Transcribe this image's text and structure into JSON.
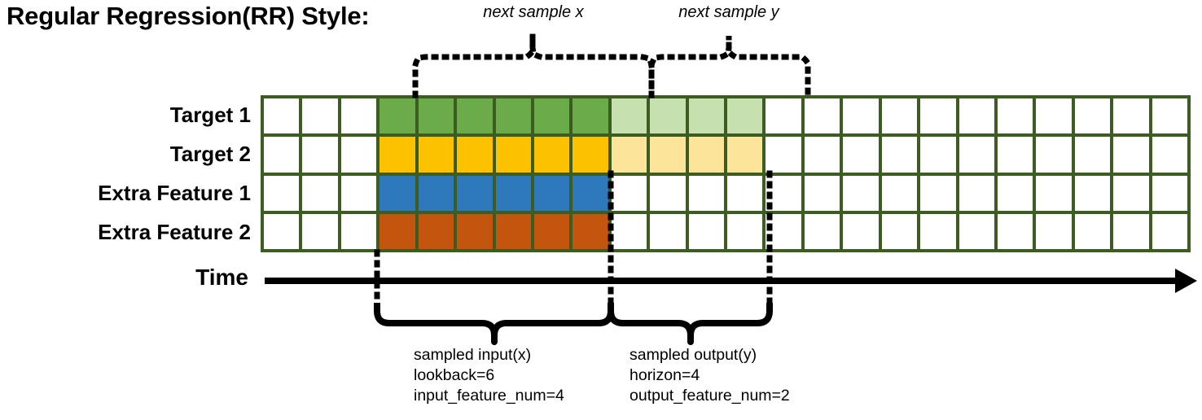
{
  "title": "Regular Regression(RR) Style:",
  "top_annotations": {
    "next_sample_x": "next sample x",
    "next_sample_y": "next sample y"
  },
  "rows": [
    {
      "label": "Target 1"
    },
    {
      "label": "Target 2"
    },
    {
      "label": "Extra Feature 1"
    },
    {
      "label": "Extra Feature 2"
    }
  ],
  "grid": {
    "columns": 24,
    "lookback_start_col": 3,
    "lookback_end_col": 9,
    "horizon_start_col": 9,
    "horizon_end_col": 13,
    "border_color": "#3c5c21",
    "row_fills": [
      [
        "empty",
        "empty",
        "empty",
        "green",
        "green",
        "green",
        "green",
        "green",
        "green",
        "greenlight",
        "greenlight",
        "greenlight",
        "greenlight",
        "empty",
        "empty",
        "empty",
        "empty",
        "empty",
        "empty",
        "empty",
        "empty",
        "empty",
        "empty",
        "empty"
      ],
      [
        "empty",
        "empty",
        "empty",
        "gold",
        "gold",
        "gold",
        "gold",
        "gold",
        "gold",
        "goldlight",
        "goldlight",
        "goldlight",
        "goldlight",
        "empty",
        "empty",
        "empty",
        "empty",
        "empty",
        "empty",
        "empty",
        "empty",
        "empty",
        "empty",
        "empty"
      ],
      [
        "empty",
        "empty",
        "empty",
        "blue",
        "blue",
        "blue",
        "blue",
        "blue",
        "blue",
        "empty",
        "empty",
        "empty",
        "empty",
        "empty",
        "empty",
        "empty",
        "empty",
        "empty",
        "empty",
        "empty",
        "empty",
        "empty",
        "empty",
        "empty"
      ],
      [
        "empty",
        "empty",
        "empty",
        "orange",
        "orange",
        "orange",
        "orange",
        "orange",
        "orange",
        "empty",
        "empty",
        "empty",
        "empty",
        "empty",
        "empty",
        "empty",
        "empty",
        "empty",
        "empty",
        "empty",
        "empty",
        "empty",
        "empty",
        "empty"
      ]
    ]
  },
  "colors": {
    "green": "#6cab49",
    "green_light": "#c6e0b0",
    "gold": "#fcc200",
    "gold_light": "#fce59a",
    "blue": "#2e79bc",
    "orange": "#c4550f",
    "grid_border": "#3c5c21",
    "axis": "#000000"
  },
  "time_axis": {
    "label": "Time"
  },
  "bottom_captions": {
    "input": {
      "line1": "sampled input(x)",
      "line2": "lookback=6",
      "line3": "input_feature_num=4"
    },
    "output": {
      "line1": "sampled output(y)",
      "line2": "horizon=4",
      "line3": "output_feature_num=2"
    }
  }
}
